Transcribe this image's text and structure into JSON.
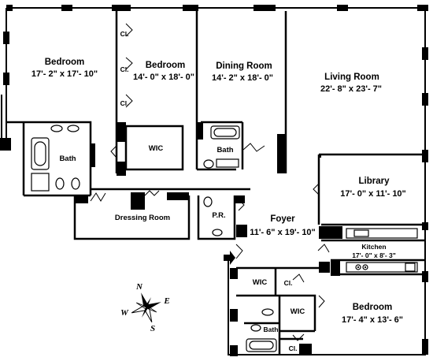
{
  "rooms": {
    "bedroom_nw": {
      "name": "Bedroom",
      "dims": "17'- 2\" x 17'- 10\""
    },
    "bedroom_n": {
      "name": "Bedroom",
      "dims": "14'- 0\" x 18'- 0\""
    },
    "dining": {
      "name": "Dining Room",
      "dims": "14'- 2\" x 18'- 0\""
    },
    "living": {
      "name": "Living Room",
      "dims": "22'- 8\" x 23'- 7\""
    },
    "library": {
      "name": "Library",
      "dims": "17'- 0\" x 11'- 10\""
    },
    "foyer": {
      "name": "Foyer",
      "dims": "11'- 6\" x 19'- 10\""
    },
    "kitchen": {
      "name": "Kitchen",
      "dims": "17'- 0\" x 8'- 3\""
    },
    "bedroom_se": {
      "name": "Bedroom",
      "dims": "17'- 4\" x 13'- 6\""
    },
    "dressing": {
      "name": "Dressing Room"
    },
    "powder": {
      "name": "P.R."
    },
    "bath_nw": {
      "name": "Bath"
    },
    "bath_dining": {
      "name": "Bath"
    },
    "bath_se": {
      "name": "Bath"
    },
    "wic_n": {
      "name": "WIC"
    },
    "wic_se1": {
      "name": "WIC"
    },
    "wic_se2": {
      "name": "WIC"
    },
    "closet_1": {
      "name": "Cl."
    },
    "closet_2": {
      "name": "Cl."
    },
    "closet_3": {
      "name": "Cl."
    },
    "closet_4": {
      "name": "Cl."
    },
    "closet_5": {
      "name": "Cl."
    }
  },
  "compass": {
    "n": "N",
    "e": "E",
    "s": "S",
    "w": "W"
  }
}
